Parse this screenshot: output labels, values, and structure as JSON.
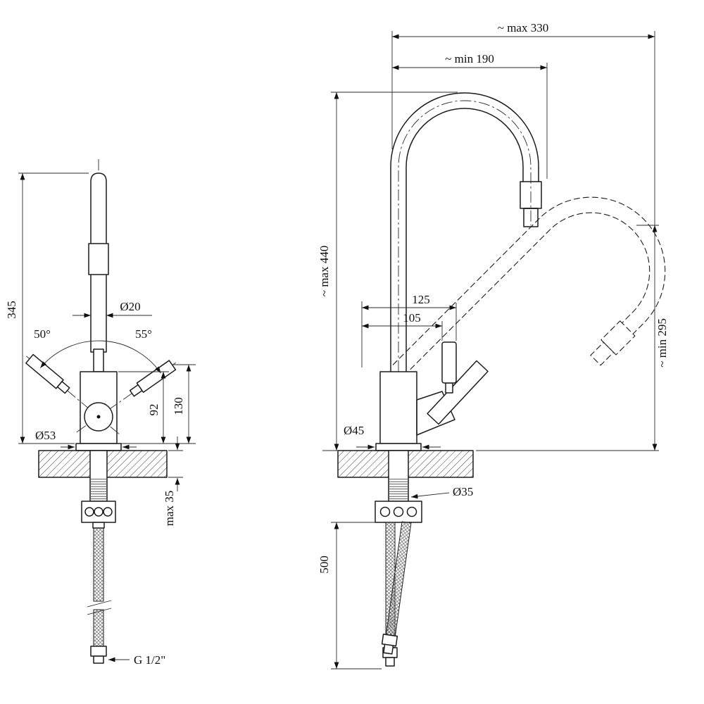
{
  "figure": {
    "type": "technical-drawing",
    "subject": "Kitchen mixer faucet, two-view dimensioned drawing",
    "line_color": "#1c1c1c",
    "background": "#ffffff"
  },
  "side_view": {
    "height_total": "345",
    "spout_diameter": "Ø20",
    "angle_left": "50°",
    "angle_right": "55°",
    "handle_height": "130",
    "body_height": "92",
    "base_diameter": "Ø53",
    "counter_max_thickness": "max 35",
    "thread_size": "G 1/2\""
  },
  "front_view": {
    "reach_max": "~ max 330",
    "reach_min": "~ min 190",
    "height_max": "~ max 440",
    "outlet_min_height": "~ min 295",
    "offset_outer": "125",
    "offset_inner": "105",
    "base_diameter": "Ø45",
    "hole_diameter": "Ø35",
    "hose_length": "500"
  }
}
